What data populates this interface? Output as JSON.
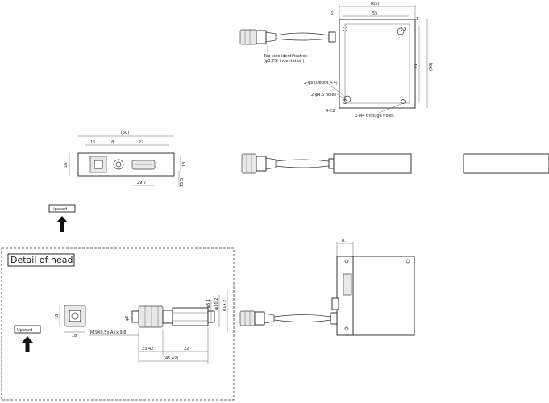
{
  "top_view": {
    "dims": {
      "width_total": "(65)",
      "width_inner": "55",
      "left_offset": "5",
      "right_offset": "3",
      "height_inner": "71",
      "height_total": "(80)"
    },
    "callouts": {
      "top_side_id": "Top side identification",
      "top_side_id_sub": "(φ0.75: indentation)",
      "depth_holes": "2-φ6 (Depth 4.4)",
      "holes_45": "2-φ4.5 holes",
      "corner": "4-C2",
      "through_holes": "2-M4 through holes"
    }
  },
  "front_view": {
    "dims": {
      "total": "(60)",
      "d15": "15",
      "d18": "18",
      "d22": "22",
      "h16": "16",
      "h13": "13",
      "d29_7": "29.7",
      "d15_5": "15.5"
    }
  },
  "upward_label": "Upward",
  "detail": {
    "title": "Detail of head",
    "upward_label": "Upward",
    "dims": {
      "h18": "18",
      "w18": "18",
      "phi_d": "φ5",
      "thread": "M.9X0.5x A (x 9.8)",
      "d23": "23.42",
      "d22": "22",
      "total": "(45.42)",
      "phi5_1": "φ5.1",
      "phi10_2": "φ10.2",
      "phi14_2": "φ14.2"
    }
  },
  "side_view": {
    "dims": {
      "top": "8.7"
    }
  }
}
